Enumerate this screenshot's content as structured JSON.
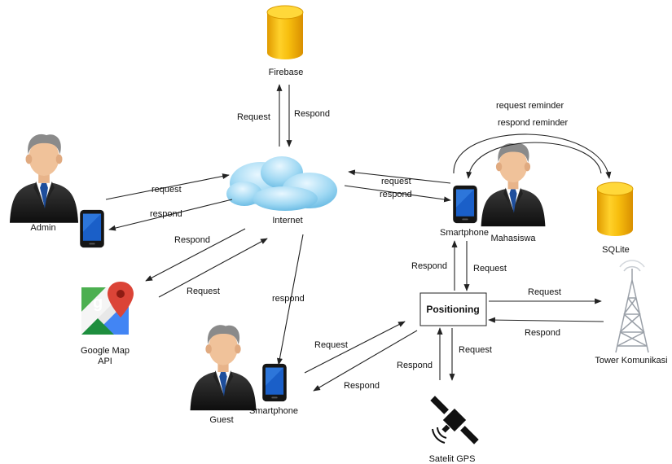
{
  "nodes": {
    "firebase": "Firebase",
    "internet": "Internet",
    "admin": "Admin",
    "google_map": [
      "Google Map",
      "API"
    ],
    "guest": "Guest",
    "guest_phone": "Smartphone",
    "mhs_phone": "Smartphone",
    "mahasiswa": "Mahasiswa",
    "sqlite": "SQLite",
    "positioning": "Positioning",
    "tower": "Tower Komunikasi",
    "gps": "Satelit GPS"
  },
  "edges": {
    "firebase_request": "Request",
    "firebase_respond": "Respond",
    "admin_request": "request",
    "admin_respond": "respond",
    "gmap_respond": "Respond",
    "gmap_request": "Request",
    "guest_respond": "respond",
    "mhs_request": "request",
    "mhs_respond": "respond",
    "reminder_request": "request reminder",
    "reminder_respond": "respond reminder",
    "pos_respond_up": "Respond",
    "pos_request_down": "Request",
    "guest_pos_request": "Request",
    "guest_pos_respond": "Respond",
    "tower_request": "Request",
    "tower_respond": "Respond",
    "gps_respond": "Respond",
    "gps_request": "Request"
  },
  "icons": {
    "database_color": "#f2b705",
    "cloud_color": "#8fd0f0",
    "phone_screen": "#1a5fc8"
  }
}
